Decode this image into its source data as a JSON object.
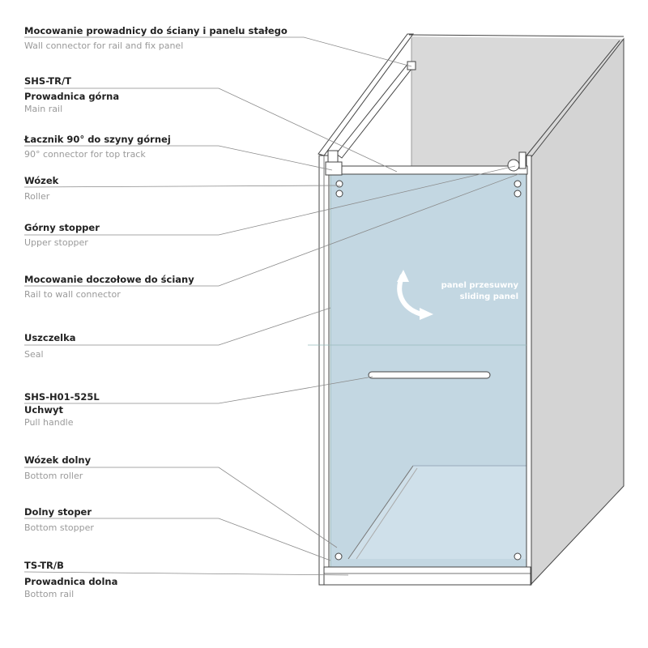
{
  "labels": [
    {
      "pl": "Mocowanie prowadnicy do ściany i panelu stałego",
      "en": "Wall connector for rail and fix panel"
    },
    {
      "code": "SHS-TR/T",
      "pl": "Prowadnica górna",
      "en": "Main rail"
    },
    {
      "pl": "Łacznik 90° do szyny górnej",
      "en": "90° connector for top track"
    },
    {
      "pl": "Wózek",
      "en": "Roller"
    },
    {
      "pl": "Górny stopper",
      "en": "Upper stopper"
    },
    {
      "pl": "Mocowanie doczołowe do ściany",
      "en": "Rail to wall connector"
    },
    {
      "pl": "Uszczelka",
      "en": "Seal"
    },
    {
      "code": "SHS-H01-525L",
      "pl": "Uchwyt",
      "en": "Pull handle"
    },
    {
      "pl": "Wózek dolny",
      "en": "Bottom roller"
    },
    {
      "pl": "Dolny stoper",
      "en": "Bottom stopper"
    },
    {
      "code": "TS-TR/B",
      "pl": "Prowadnica dolna",
      "en": "Bottom rail"
    }
  ],
  "panel": {
    "pl": "panel przesuwny",
    "en": "sliding panel"
  },
  "colors": {
    "glass": "#c3d7e2",
    "wall": "#d9d9d9",
    "line": "#8a8a8a"
  }
}
